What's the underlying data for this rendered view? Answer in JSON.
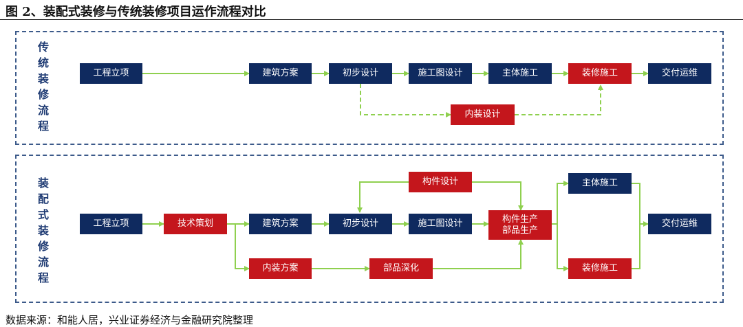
{
  "title": "图 2、装配式装修与传统装修项目运作流程对比",
  "source": "数据来源：和能人居，兴业证券经济与金融研究院整理",
  "colors": {
    "navy": "#0f2a5f",
    "red": "#c4161c",
    "arrow": "#8fd04f",
    "border": "#3c5a8a"
  },
  "traditional": {
    "label": "传\n统\n装\n修\n流\n程",
    "steps": {
      "project": "工程立项",
      "arch": "建筑方案",
      "prelim": "初步设计",
      "construct_design": "施工图设计",
      "main_build": "主体施工",
      "decor_build": "装修施工",
      "delivery": "交付运维",
      "interior_design": "内装设计"
    }
  },
  "prefab": {
    "label": "装\n配\n式\n装\n修\n流\n程",
    "steps": {
      "project": "工程立项",
      "tech_plan": "技术策划",
      "arch": "建筑方案",
      "prelim": "初步设计",
      "construct_design": "施工图设计",
      "component_design": "构件设计",
      "production": "构件生产\n部品生产",
      "main_build": "主体施工",
      "decor_build": "装修施工",
      "delivery": "交付运维",
      "interior_plan": "内装方案",
      "parts_detail": "部品深化"
    }
  }
}
